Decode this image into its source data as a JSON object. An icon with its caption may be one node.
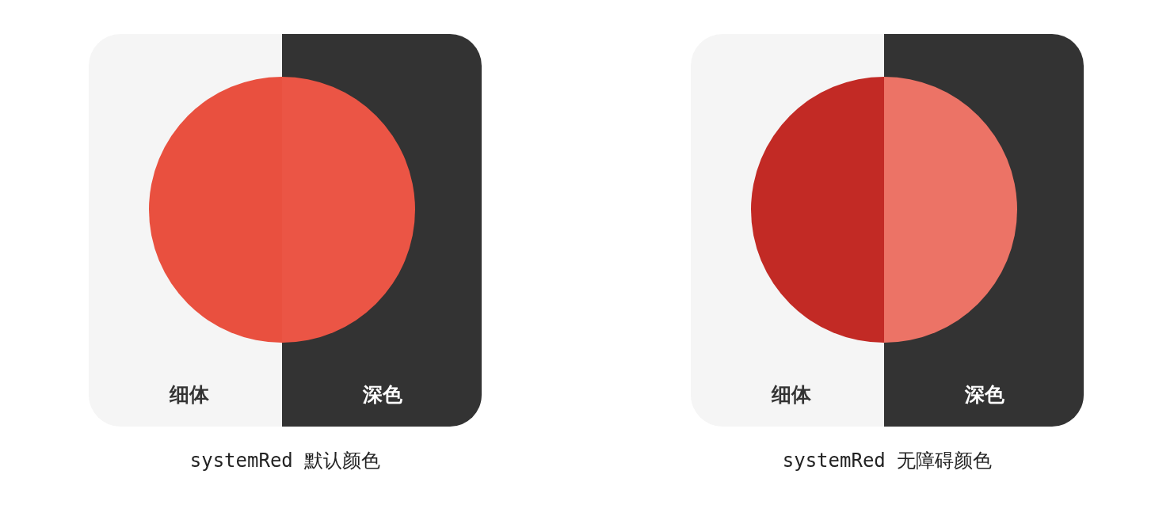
{
  "diagram": {
    "nodes": [
      {
        "text": [
          "细体"
        ]
      },
      {
        "text": [
          "深色"
        ]
      },
      {
        "text": [
          "细体"
        ]
      },
      {
        "text": [
          "深色"
        ]
      }
    ],
    "labels": [
      "systemRed 默认颜色",
      "systemRed 无障碍颜色"
    ]
  }
}
